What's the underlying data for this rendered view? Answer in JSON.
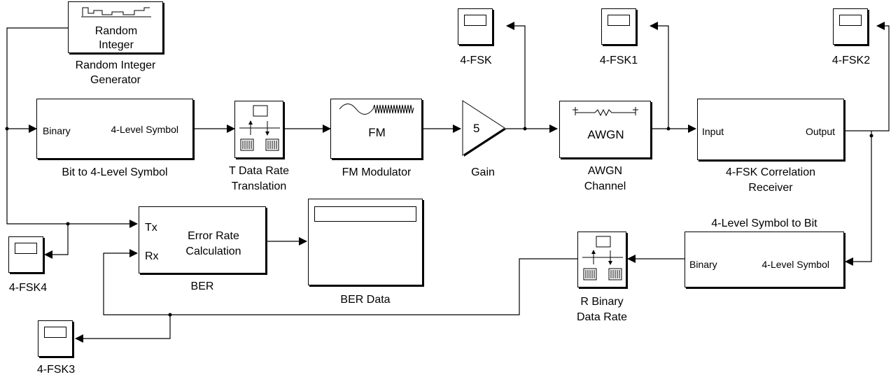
{
  "blocks": {
    "random_integer": {
      "inner_line1": "Random",
      "inner_line2": "Integer",
      "label_line1": "Random Integer",
      "label_line2": "Generator"
    },
    "bit_to_symbol": {
      "port_in": "Binary",
      "port_out": "4-Level Symbol",
      "label": "Bit to 4-Level Symbol"
    },
    "t_rate": {
      "label_line1": "T Data Rate",
      "label_line2": "Translation"
    },
    "fm_mod": {
      "inner": "FM",
      "label": "FM Modulator"
    },
    "gain": {
      "value": "5",
      "label": "Gain"
    },
    "awgn": {
      "inner": "AWGN",
      "label_line1": "AWGN",
      "label_line2": "Channel"
    },
    "receiver": {
      "port_in": "Input",
      "port_out": "Output",
      "label_line1": "4-FSK Correlation",
      "label_line2": "Receiver"
    },
    "symbol_to_bit": {
      "title": "4-Level Symbol to Bit",
      "port_in": "4-Level Symbol",
      "port_out": "Binary"
    },
    "r_rate": {
      "label_line1": "R Binary",
      "label_line2": "Data Rate"
    },
    "ber": {
      "port_tx": "Tx",
      "port_rx": "Rx",
      "inner_line1": "Error Rate",
      "inner_line2": "Calculation",
      "label": "BER"
    },
    "ber_data": {
      "label": "BER Data"
    }
  },
  "scopes": {
    "fsk": "4-FSK",
    "fsk1": "4-FSK1",
    "fsk2": "4-FSK2",
    "fsk3": "4-FSK3",
    "fsk4": "4-FSK4"
  }
}
